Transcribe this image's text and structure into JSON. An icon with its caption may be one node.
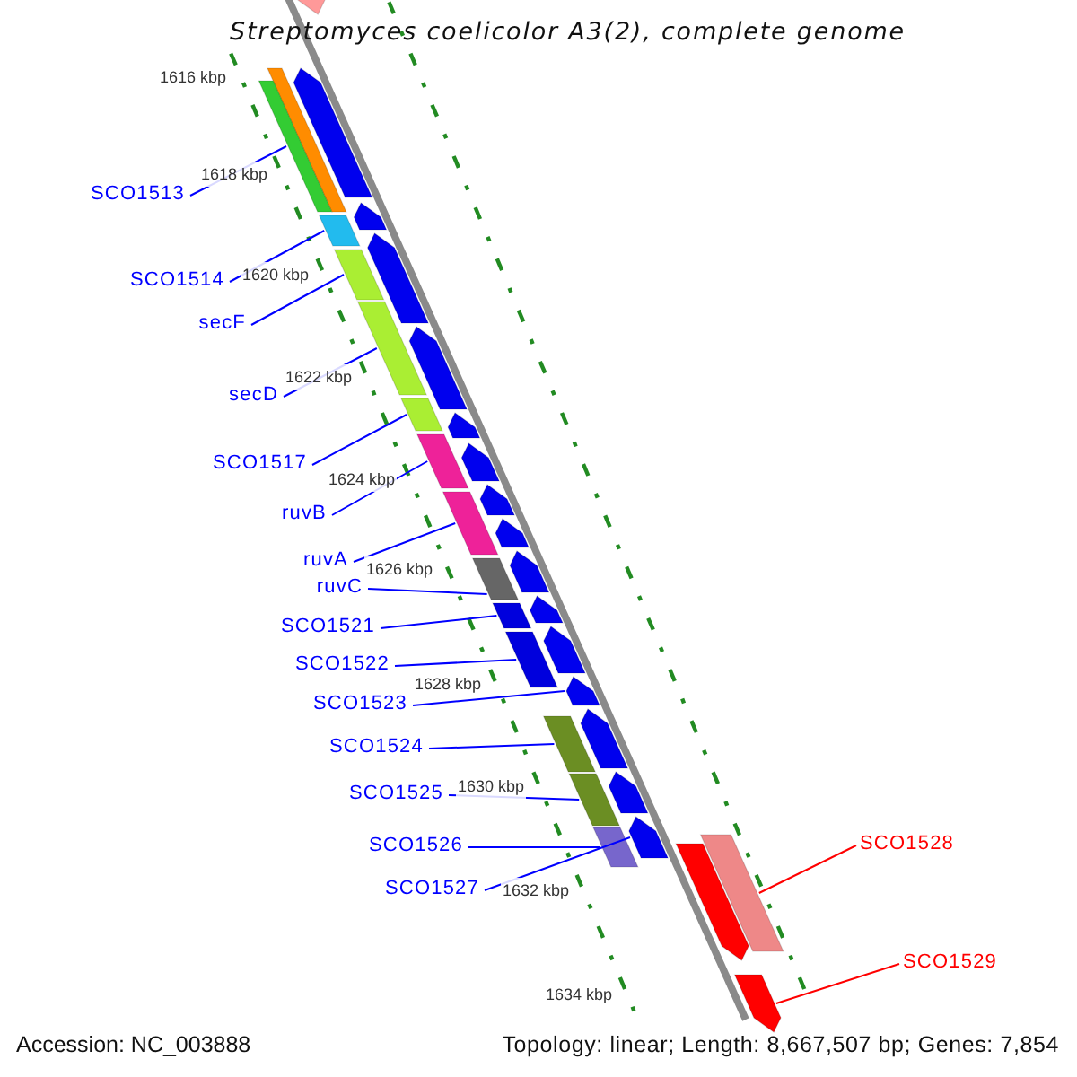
{
  "diagram": {
    "title": "Streptomyces coelicolor A3(2), complete genome",
    "nodes": [
      {
        "text": [
          "SCO1513"
        ]
      },
      {
        "text": [
          "SCO1514"
        ]
      },
      {
        "text": [
          "secF"
        ]
      },
      {
        "text": [
          "secD"
        ]
      },
      {
        "text": [
          "SCO1517"
        ]
      },
      {
        "text": [
          "ruvB"
        ]
      },
      {
        "text": [
          "ruvA"
        ]
      },
      {
        "text": [
          "ruvC"
        ]
      },
      {
        "text": [
          "SCO1521"
        ]
      },
      {
        "text": [
          "SCO1522"
        ]
      },
      {
        "text": [
          "SCO1523"
        ]
      },
      {
        "text": [
          "SCO1524"
        ]
      },
      {
        "text": [
          "SCO1525"
        ]
      },
      {
        "text": [
          "SCO1526"
        ]
      },
      {
        "text": [
          "SCO1527"
        ]
      },
      {
        "text": [
          "SCO1528"
        ]
      },
      {
        "text": [
          "SCO1529"
        ]
      },
      {
        "text": [],
        "shape": "arrow"
      },
      {
        "text": [],
        "shape": "bar"
      },
      {
        "text": [],
        "shape": "arrow"
      },
      {
        "text": [],
        "shape": "bar"
      },
      {
        "text": [],
        "shape": "arrow"
      },
      {
        "text": [],
        "shape": "bar"
      },
      {
        "text": [],
        "shape": "arrow"
      },
      {
        "text": [],
        "shape": "bar"
      },
      {
        "text": [],
        "shape": "bar"
      },
      {
        "text": [],
        "shape": "arrow"
      },
      {
        "text": [],
        "shape": "arrow"
      },
      {
        "text": [],
        "shape": "bar"
      },
      {
        "text": [],
        "shape": "arrow"
      },
      {
        "text": [],
        "shape": "bar"
      },
      {
        "text": [],
        "shape": "arrow"
      },
      {
        "text": [],
        "shape": "bar"
      },
      {
        "text": [],
        "shape": "arrow"
      },
      {
        "text": [],
        "shape": "arrow"
      },
      {
        "text": [],
        "shape": "bar"
      },
      {
        "text": [],
        "shape": "arrow"
      },
      {
        "text": [],
        "shape": "bar"
      },
      {
        "text": [],
        "shape": "arrow"
      },
      {
        "text": [],
        "shape": "bar"
      },
      {
        "text": [],
        "shape": "arrow"
      },
      {
        "text": [],
        "shape": "arrow"
      },
      {
        "text": [],
        "shape": "bar"
      },
      {
        "text": [],
        "shape": "arrow"
      },
      {
        "text": [],
        "shape": "bar"
      },
      {
        "text": [],
        "shape": "arrow"
      },
      {
        "text": [],
        "shape": "bar"
      },
      {
        "text": [],
        "shape": "bar"
      },
      {
        "text": [],
        "shape": "arrow"
      },
      {
        "text": [],
        "shape": "arrow"
      }
    ],
    "edges": [
      {
        "from": 0,
        "to": 20,
        "arrow": "none"
      },
      {
        "from": 1,
        "to": 22,
        "arrow": "none"
      },
      {
        "from": 2,
        "to": 24,
        "arrow": "none"
      },
      {
        "from": 3,
        "to": 25,
        "arrow": "none"
      },
      {
        "from": 4,
        "to": 28,
        "arrow": "none"
      },
      {
        "from": 5,
        "to": 30,
        "arrow": "none"
      },
      {
        "from": 6,
        "to": 32,
        "arrow": "none"
      },
      {
        "from": 7,
        "to": 35,
        "arrow": "none"
      },
      {
        "from": 8,
        "to": 37,
        "arrow": "none"
      },
      {
        "from": 9,
        "to": 39,
        "arrow": "none"
      },
      {
        "from": 10,
        "to": 40,
        "arrow": "none"
      },
      {
        "from": 11,
        "to": 42,
        "arrow": "none"
      },
      {
        "from": 12,
        "to": 44,
        "arrow": "none"
      },
      {
        "from": 13,
        "to": 46,
        "arrow": "none"
      },
      {
        "from": 14,
        "to": 45,
        "arrow": "none"
      },
      {
        "from": 15,
        "to": 47,
        "arrow": "none",
        "color": "#ff0000"
      },
      {
        "from": 16,
        "to": 49,
        "arrow": "none",
        "color": "#ff0000"
      }
    ],
    "labels": [
      "1616 kbp",
      "1618 kbp",
      "1620 kbp",
      "1622 kbp",
      "1624 kbp",
      "1626 kbp",
      "1628 kbp",
      "1630 kbp",
      "1632 kbp",
      "1634 kbp",
      "Accession: NC_003888",
      "Topology: linear; Length: 8,667,507 bp; Genes: 7,854"
    ]
  }
}
